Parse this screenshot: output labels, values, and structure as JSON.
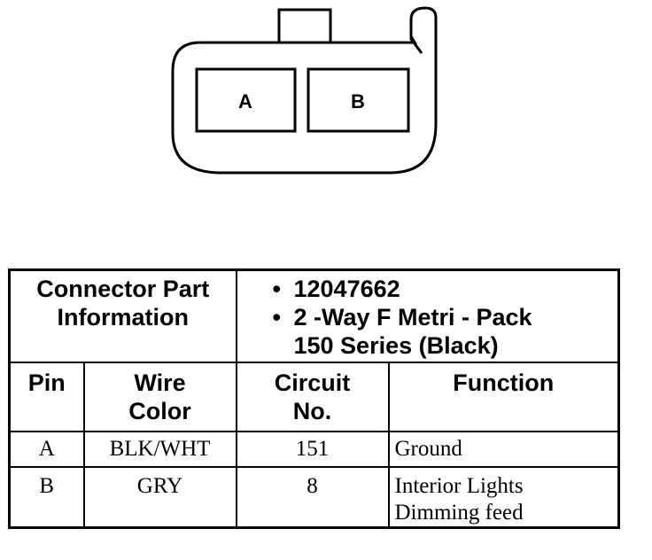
{
  "connector": {
    "cavities": [
      {
        "label": "A"
      },
      {
        "label": "B"
      }
    ]
  },
  "part_info": {
    "label_line1": "Connector Part",
    "label_line2": "Information",
    "bullet": "•",
    "part_number": "12047662",
    "description_line1": "2 -Way F Metri - Pack",
    "description_line2": "150 Series (Black)"
  },
  "columns": {
    "pin": "Pin",
    "wire_color_line1": "Wire",
    "wire_color_line2": "Color",
    "circuit_line1": "Circuit",
    "circuit_line2": "No.",
    "function": "Function"
  },
  "rows": [
    {
      "pin": "A",
      "wire_color": "BLK/WHT",
      "circuit": "151",
      "function_line1": "Ground",
      "function_line2": ""
    },
    {
      "pin": "B",
      "wire_color": "GRY",
      "circuit": "8",
      "function_line1": "Interior Lights",
      "function_line2": "Dimming feed"
    }
  ]
}
